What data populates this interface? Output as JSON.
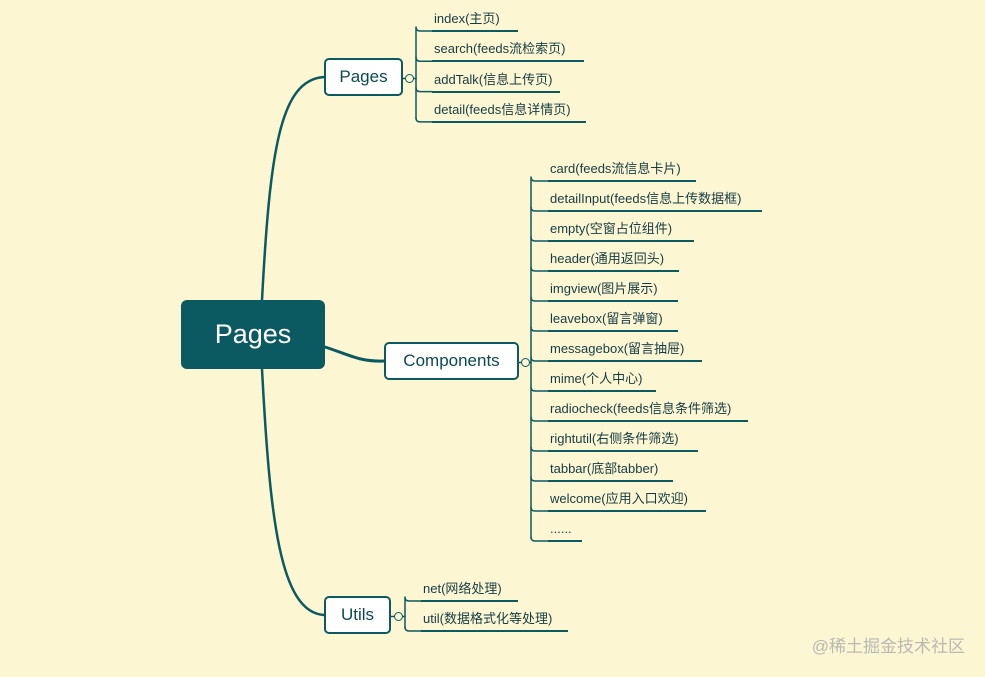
{
  "root": {
    "label": "Pages"
  },
  "branches": [
    {
      "label": "Pages",
      "children": [
        "index(主页)",
        "search(feeds流检索页)",
        "addTalk(信息上传页)",
        "detail(feeds信息详情页)"
      ]
    },
    {
      "label": "Components",
      "children": [
        "card(feeds流信息卡片)",
        "detailInput(feeds信息上传数据框)",
        "empty(空窗占位组件)",
        "header(通用返回头)",
        "imgview(图片展示)",
        "leavebox(留言弹窗)",
        "messagebox(留言抽屉)",
        "mime(个人中心)",
        "radiocheck(feeds信息条件筛选)",
        "rightutil(右侧条件筛选)",
        "tabbar(底部tabber)",
        "welcome(应用入口欢迎)",
        "......"
      ]
    },
    {
      "label": "Utils",
      "children": [
        "net(网络处理)",
        "util(数据格式化等处理)"
      ]
    }
  ],
  "watermark": "@稀土掘金技术社区",
  "colors": {
    "background": "#fdf6d3",
    "accent": "#0b5a62",
    "node_fill": "#ffffff"
  }
}
